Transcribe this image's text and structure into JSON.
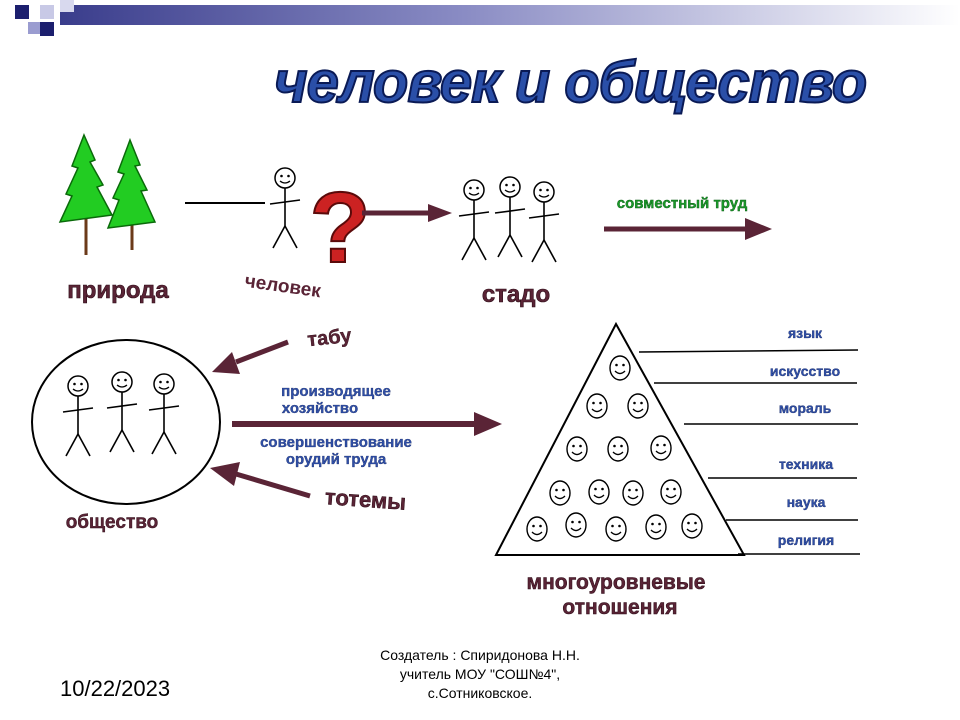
{
  "title": "человек и общество",
  "labels": {
    "nature": "природа",
    "human": "человек",
    "question": "?",
    "herd": "стадо",
    "joint_labor": "совместный труд",
    "taboo": "табу",
    "producing_economy_1": "производящее",
    "producing_economy_2": "хозяйство",
    "tools_improvement_1": "совершенствование",
    "tools_improvement_2": "орудий труда",
    "totems": "тотемы",
    "society": "общество",
    "multilevel_1": "многоуровневые",
    "multilevel_2": "отношения"
  },
  "pyramid_levels": [
    "язык",
    "искусство",
    "мораль",
    "техника",
    "наука",
    "религия"
  ],
  "footer": {
    "author_1": "Создатель : Спиридонова Н.Н.",
    "author_2": "учитель МОУ \"СОШ№4\",",
    "author_3": "с.Сотниковское.",
    "date": "10/22/2023"
  },
  "colors": {
    "title_fill": "#2a4fa8",
    "label_fill": "#5a2436",
    "arrow": "#5a2436",
    "tree": "#22cc22",
    "green_label": "#1a9a2a",
    "blue_label": "#3050a8",
    "question_fill": "#cc2222"
  }
}
